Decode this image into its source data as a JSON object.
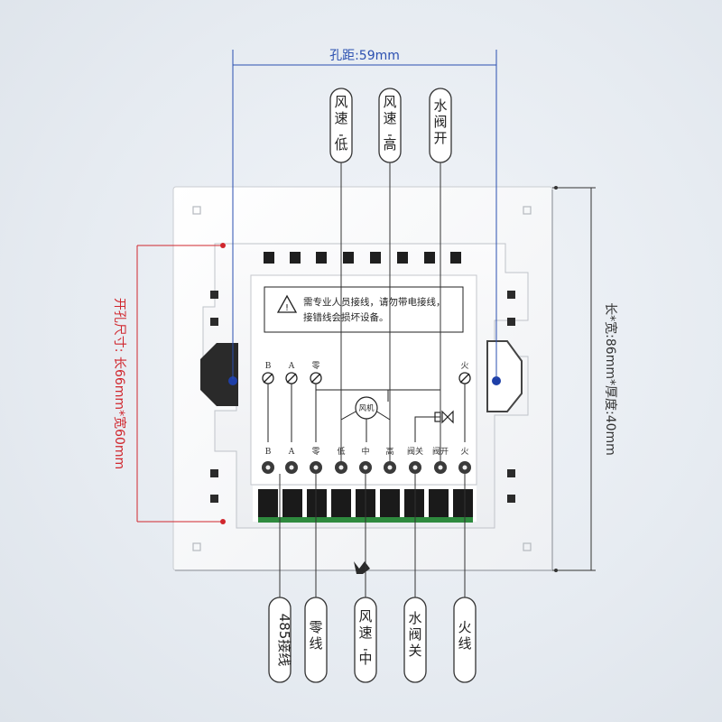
{
  "dimensions": {
    "hole_spacing": "孔距:59mm",
    "cutout_size": "开孔尺寸: 长66mm*宽60mm",
    "overall_size": "长*宽:86mm*厚度:40mm"
  },
  "warning": {
    "line1": "需专业人员接线，请勿带电接线，",
    "line2": "接错线会损坏设备。"
  },
  "motor_label": "风机",
  "top_labels": [
    "风速-低",
    "风速-高",
    "水阀开"
  ],
  "bottom_labels": [
    "485接线",
    "零线",
    "风速-中",
    "水阀关",
    "火线"
  ],
  "upper_terminals": [
    "B",
    "A",
    "零",
    "火"
  ],
  "lower_terminals": [
    "B",
    "A",
    "零",
    "低",
    "中",
    "高",
    "阀关",
    "阀开",
    "火"
  ],
  "colors": {
    "blue_dim": "#2a4fb0",
    "red_dim": "#d0262d",
    "screw_dot": "#1e3fa8",
    "terminal_green": "#2e8a3e"
  }
}
